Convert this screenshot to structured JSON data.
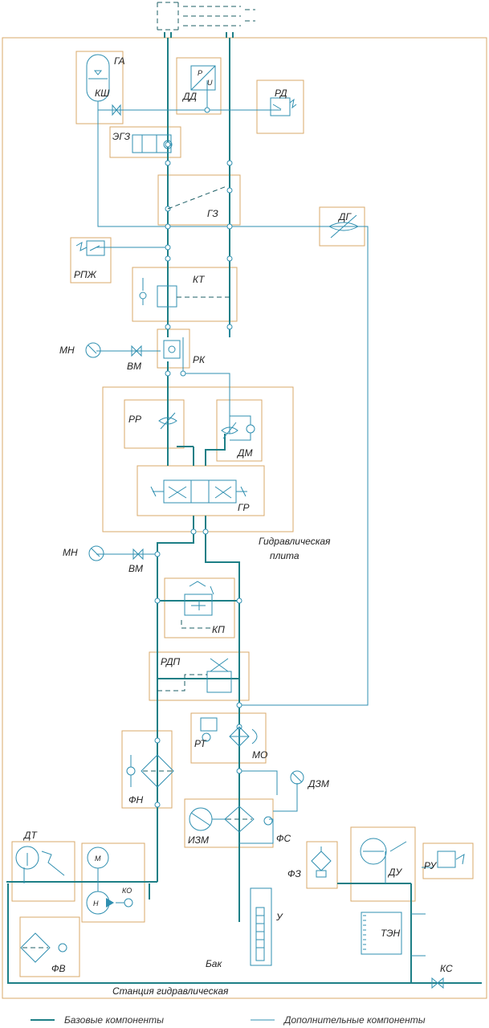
{
  "labels": {
    "ga": "ГА",
    "ksh": "КШ",
    "dd": "ДД",
    "dd_p": "P",
    "dd_u": "U",
    "rd": "РД",
    "egz": "ЭГЗ",
    "gz": "ГЗ",
    "dg": "ДГ",
    "rpzh": "РПЖ",
    "kt": "КТ",
    "mn_top": "МН",
    "vm_top": "ВМ",
    "rk": "РК",
    "rr": "РР",
    "dm": "ДМ",
    "gr": "ГР",
    "plate_line1": "Гидравлическая",
    "plate_line2": "плита",
    "mn_bottom": "МН",
    "vm_bottom": "ВМ",
    "kp": "КП",
    "rdp": "РДП",
    "rt": "РТ",
    "mo": "МО",
    "fn": "ФН",
    "dzm": "ДЗМ",
    "izm": "ИЗМ",
    "fs": "ФС",
    "dt": "ДТ",
    "motor": "М",
    "pump": "Н",
    "ko": "КО",
    "fz": "ФЗ",
    "du": "ДУ",
    "ru": "РУ",
    "u": "У",
    "ten": "ТЭН",
    "tank": "Бак",
    "fv": "ФВ",
    "ks": "КС",
    "station": "Станция гидравлическая"
  },
  "legend": {
    "base": "Базовые компоненты",
    "additional": "Дополнительные компоненты"
  },
  "colors": {
    "base_line": "#1d7f86",
    "additional_line": "#2f8fb0",
    "component_frame": "#d9a86a"
  }
}
